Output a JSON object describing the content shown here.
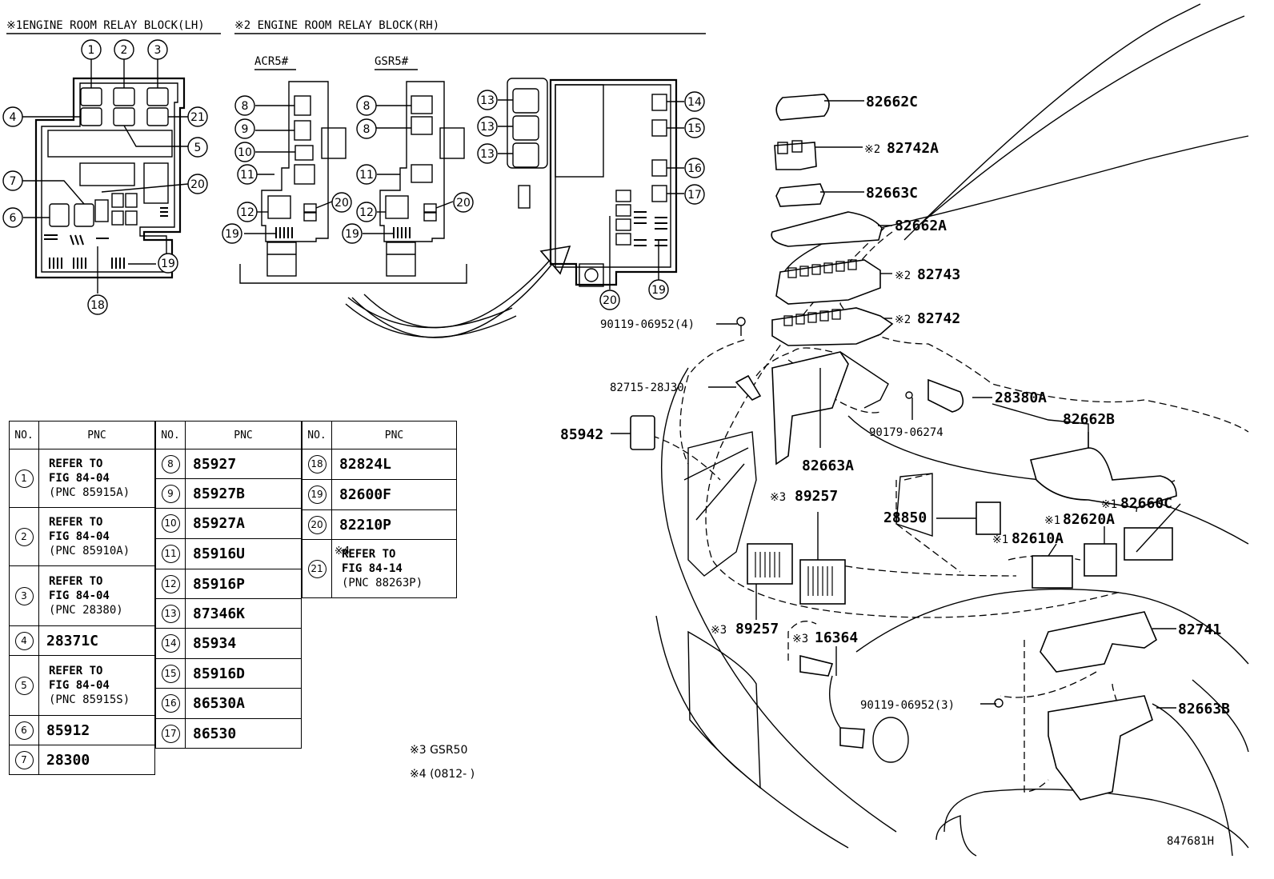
{
  "titles": {
    "lh": "※1ENGINE ROOM RELAY BLOCK(LH)",
    "rh": "※2 ENGINE ROOM RELAY BLOCK(RH)",
    "acr": "ACR5#",
    "gsr": "GSR5#"
  },
  "table": {
    "headers": {
      "no": "NO.",
      "pnc": "PNC"
    },
    "col1": [
      {
        "no": "1",
        "lines": [
          "REFER TO",
          "FIG 84-04",
          "(PNC 85915A)"
        ]
      },
      {
        "no": "2",
        "lines": [
          "REFER TO",
          "FIG 84-04",
          "(PNC 85910A)"
        ]
      },
      {
        "no": "3",
        "lines": [
          "REFER TO",
          "FIG 84-04",
          "(PNC 28380)"
        ]
      },
      {
        "no": "4",
        "pnc": "28371C"
      },
      {
        "no": "5",
        "lines": [
          "REFER TO",
          "FIG 84-04",
          "(PNC 85915S)"
        ]
      },
      {
        "no": "6",
        "pnc": "85912"
      },
      {
        "no": "7",
        "pnc": "28300"
      }
    ],
    "col2": [
      {
        "no": "8",
        "pnc": "85927"
      },
      {
        "no": "9",
        "pnc": "85927B"
      },
      {
        "no": "10",
        "pnc": "85927A"
      },
      {
        "no": "11",
        "pnc": "85916U"
      },
      {
        "no": "12",
        "pnc": "85916P"
      },
      {
        "no": "13",
        "pnc": "87346K"
      },
      {
        "no": "14",
        "pnc": "85934"
      },
      {
        "no": "15",
        "pnc": "85916D"
      },
      {
        "no": "16",
        "pnc": "86530A"
      },
      {
        "no": "17",
        "pnc": "86530"
      }
    ],
    "col3": [
      {
        "no": "18",
        "pnc": "82824L"
      },
      {
        "no": "19",
        "pnc": "82600F"
      },
      {
        "no": "20",
        "pnc": "82210P"
      },
      {
        "no": "21",
        "mark": "※4",
        "lines": [
          "REFER TO",
          "FIG 84-14",
          "(PNC 88263P)"
        ]
      }
    ]
  },
  "notes": {
    "n3": "※3  GSR50",
    "n4": "※4  (0812-        )"
  },
  "parts": {
    "p82662C": "82662C",
    "p82742A_mark": "※2",
    "p82742A": "82742A",
    "p82663C": "82663C",
    "p82662A": "82662A",
    "p82743_mark": "※2",
    "p82743": "82743",
    "p82742_mark": "※2",
    "p82742": "82742",
    "p90119a": "90119-06952(4)",
    "p82715": "82715-28J30",
    "p85942": "85942",
    "p82663A": "82663A",
    "p28380A": "28380A",
    "p90179": "90179-06274",
    "p82662B": "82662B",
    "p89257a_mark": "※3",
    "p89257a": "89257",
    "p28850": "28850",
    "p82660C_mark": "※1",
    "p82660C": "82660C",
    "p82620A_mark": "※1",
    "p82620A": "82620A",
    "p82610A_mark": "※1",
    "p82610A": "82610A",
    "p89257b_mark": "※3",
    "p89257b": "89257",
    "p16364_mark": "※3",
    "p16364": "16364",
    "p82741": "82741",
    "p90119b": "90119-06952(3)",
    "p82663B": "82663B"
  },
  "figure_id": "847681H"
}
